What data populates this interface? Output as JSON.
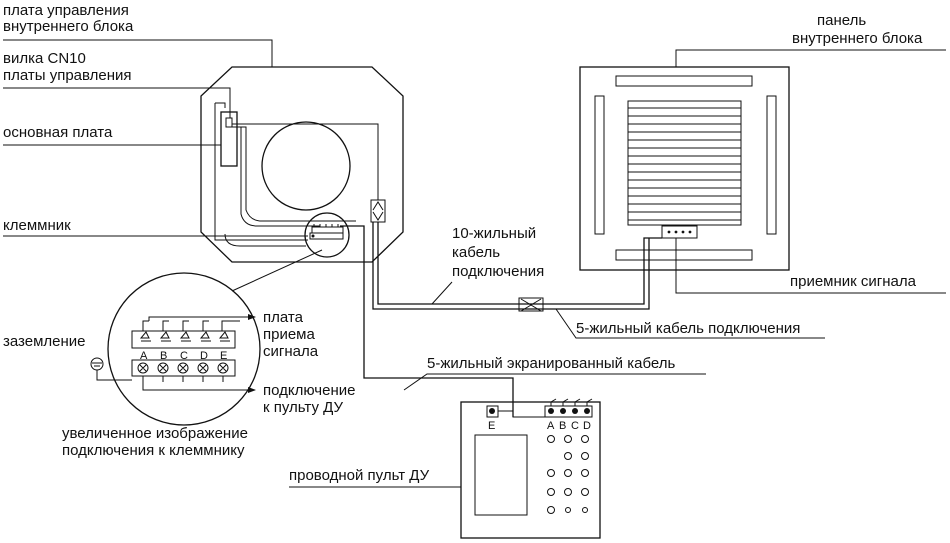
{
  "labels": {
    "control_board_indoor": [
      "плата управления",
      "внутреннего блока"
    ],
    "plug_cn10": [
      "вилка CN10",
      "платы управления"
    ],
    "main_board": "основная плата",
    "terminal_block": "клеммник",
    "grounding": "заземление",
    "signal_receiver_board": [
      "плата",
      "приема",
      "сигнала"
    ],
    "remote_connection": [
      "подключение",
      "к пульту ДУ"
    ],
    "enlarged_view": [
      "увеличенное изображение",
      "подключения к клеммнику"
    ],
    "indoor_panel": [
      "панель",
      "внутреннего блока"
    ],
    "cable_10_core": [
      "10-жильный",
      "кабель",
      "подключения"
    ],
    "signal_receiver": "приемник сигнала",
    "cable_5_core": "5-жильный кабель подключения",
    "cable_5_core_shielded": "5-жильный экранированный кабель",
    "wired_remote": "проводной пульт ДУ"
  },
  "terminal_letters": [
    "A",
    "B",
    "C",
    "D",
    "E"
  ],
  "remote_terminals": {
    "ground": "E",
    "letters": [
      "A",
      "B",
      "C",
      "D"
    ]
  }
}
